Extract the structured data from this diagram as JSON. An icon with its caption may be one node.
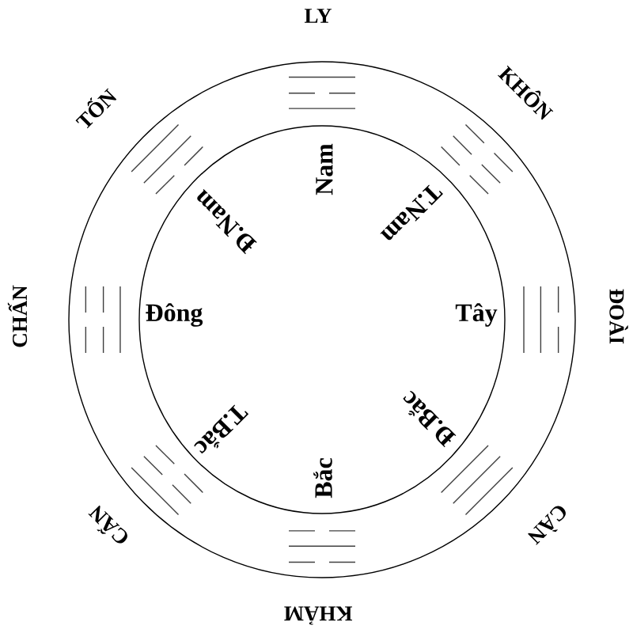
{
  "diagram": {
    "labels": [
      "LY",
      "TỐN",
      "KHÔN",
      "Nam",
      "Đ.Nam",
      "T.Nam",
      "CHẤN",
      "Đông",
      "Tây",
      "ĐOÀI",
      "T.Bắc",
      "Đ.Bắc",
      "Bắc",
      "CẤN",
      "CÀN",
      "KHẢM"
    ]
  }
}
